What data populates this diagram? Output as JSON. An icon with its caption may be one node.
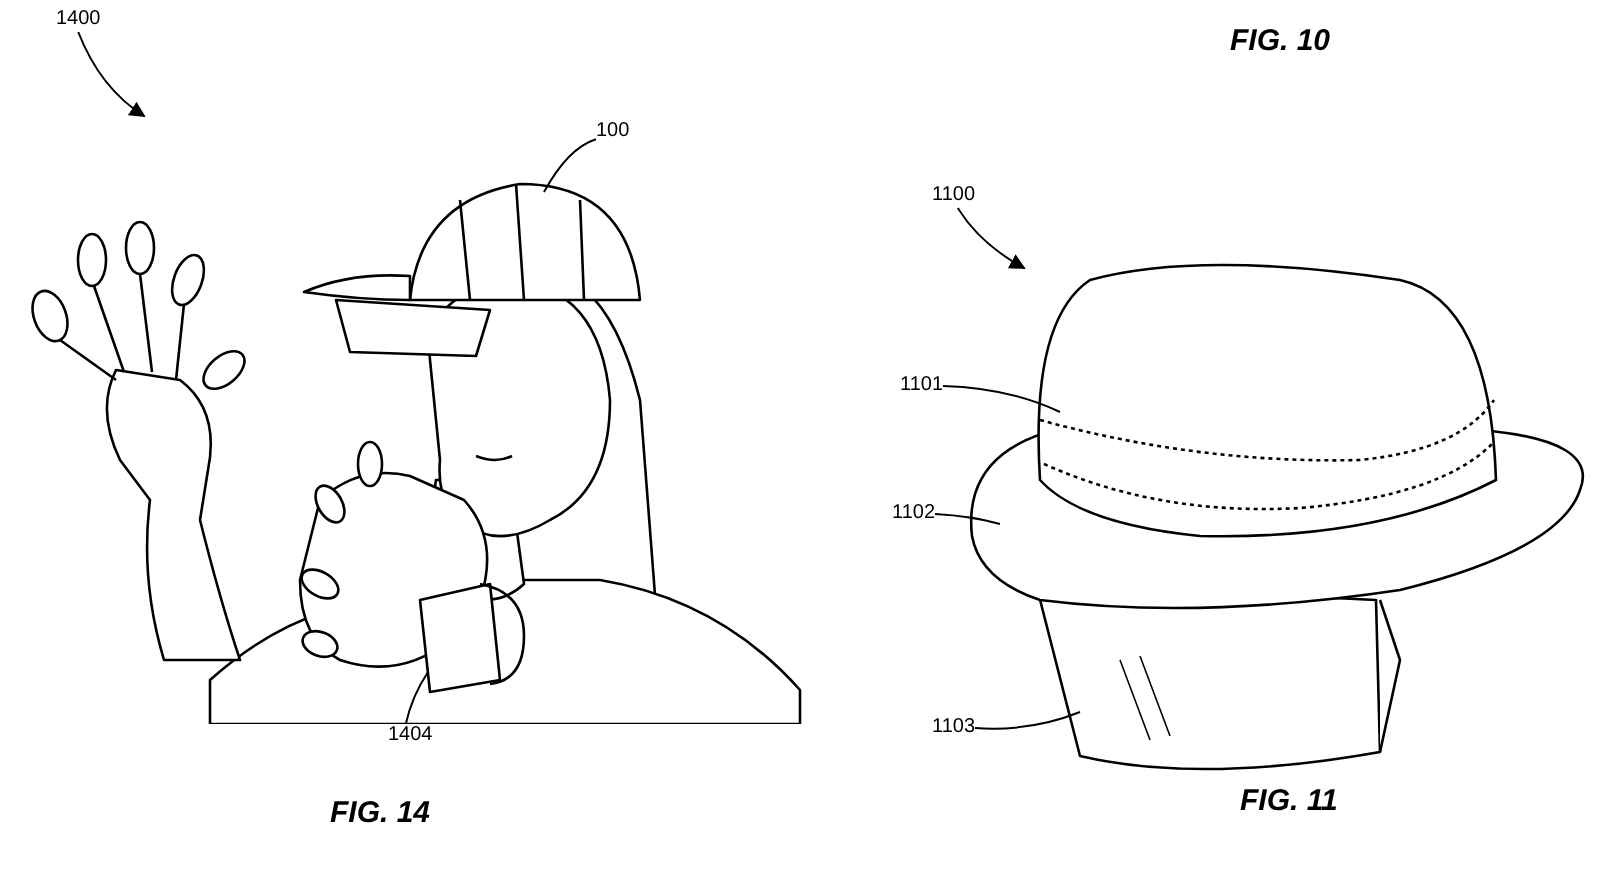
{
  "diagram": {
    "nodes": [
      {
        "text": [
          "1400"
        ]
      },
      {
        "text": [],
        "shape": "picture"
      },
      {
        "text": [
          "100"
        ]
      },
      {
        "text": [
          "1404"
        ]
      },
      {
        "text": [
          "1100"
        ]
      },
      {
        "text": [],
        "shape": "picture"
      },
      {
        "text": [
          "1101"
        ]
      },
      {
        "text": [
          "1102"
        ]
      },
      {
        "text": [
          "1103"
        ]
      }
    ],
    "edges": [
      {
        "from": 0,
        "to": 1,
        "arrow": "to"
      },
      {
        "from": 2,
        "to": 1,
        "arrow": "none"
      },
      {
        "from": 3,
        "to": 1,
        "arrow": "none"
      },
      {
        "from": 4,
        "to": 5,
        "arrow": "to"
      },
      {
        "from": 6,
        "to": 5,
        "arrow": "none"
      },
      {
        "from": 7,
        "to": 5,
        "arrow": "none"
      },
      {
        "from": 8,
        "to": 5,
        "arrow": "none"
      }
    ],
    "labels": [
      "FIG. 10",
      "FIG. 14",
      "FIG. 11"
    ]
  }
}
